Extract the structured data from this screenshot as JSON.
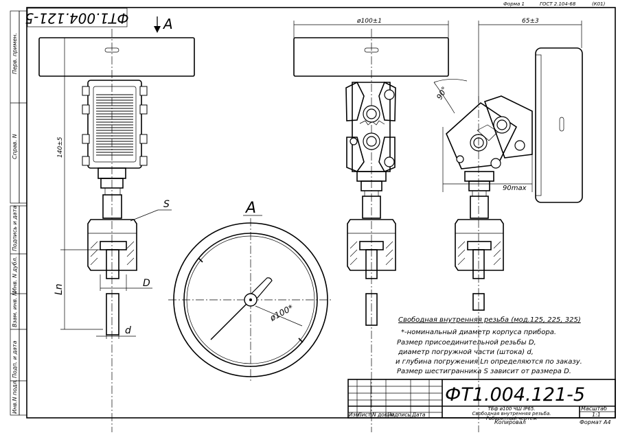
{
  "header": {
    "forma": "Форма 1",
    "gost": "ГОСТ 2.104-68",
    "ko": "(К01)"
  },
  "rotated_code": "ФТ1.004.121-5",
  "view_arrow_label": "А",
  "side_labels": [
    "Перв. примен.",
    "Справ. N",
    "Подпись и дата",
    "Инв. N дубл.",
    "Взам. инв. N",
    "Подп. и дата",
    "Инв.N подл."
  ],
  "dimensions": {
    "dia_top": "ø100±1",
    "depth": "65±3",
    "height": "140±5",
    "width_max": "90max",
    "angle": "90°",
    "s": "S",
    "d_big": "D",
    "ln": "Ln",
    "d_small": "d",
    "dial_dia": "ø100*",
    "view_a": "А"
  },
  "notes": {
    "title": "Свободная внутренняя резьба (мод.125, 225, 325)",
    "lines": [
      "*-номинальный диаметр корпуса прибора.",
      "Размер присоединительной резьбы D,",
      "диаметр погружной части (штока) d,",
      "и глубина погружения Ln определяются по заказу.",
      "Размер шестигранника S зависит от размера D."
    ]
  },
  "title_block": {
    "code": "ФТ1.004.121-5",
    "desc": [
      "ТБф ø100 ЧШ IP65.",
      "Свободная внутренняя резьба.",
      "Габаритный чертеж"
    ],
    "cols": [
      "Изм.",
      "Лист",
      "N докум.",
      "Подпись",
      "Дата"
    ],
    "masshtab_label": "Масштаб",
    "masshtab_value": "1:1",
    "copied": "Копировал",
    "format": "Формат А4"
  }
}
